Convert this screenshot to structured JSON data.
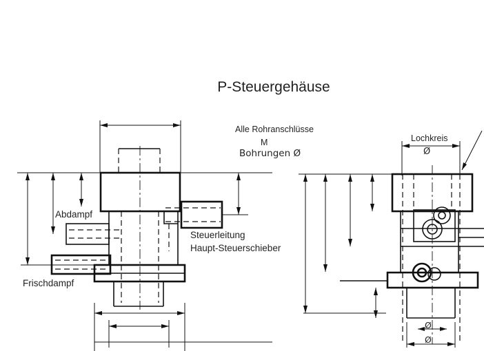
{
  "title": "P-Steuergehäuse",
  "labels": {
    "rohranschluesse": "Alle Rohranschlüsse",
    "gewinde": "M",
    "bohrungen": "Bohrungen Ø",
    "lochkreis": "Lochkreis",
    "durchmesser": "Ø",
    "abdampf": "Abdampf",
    "steuerleitung": "Steuerleitung",
    "haupt_steuerschieber": "Haupt-Steuerschieber",
    "frischdampf": "Frischdampf"
  }
}
